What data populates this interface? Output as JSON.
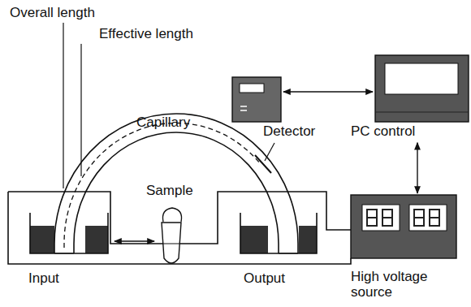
{
  "diagram": {
    "nodes": [
      {
        "text": [
          "Detector"
        ]
      },
      {
        "text": [
          "PC control"
        ]
      },
      {
        "text": [
          "High voltage source"
        ]
      }
    ],
    "edges": [
      {
        "from": 0,
        "to": 1,
        "arrow": "both"
      },
      {
        "from": 1,
        "to": 2,
        "arrow": "both"
      }
    ],
    "labels": [
      "Overall length",
      "Effective length",
      "Capillary",
      "Sample",
      "Input",
      "Output"
    ]
  }
}
